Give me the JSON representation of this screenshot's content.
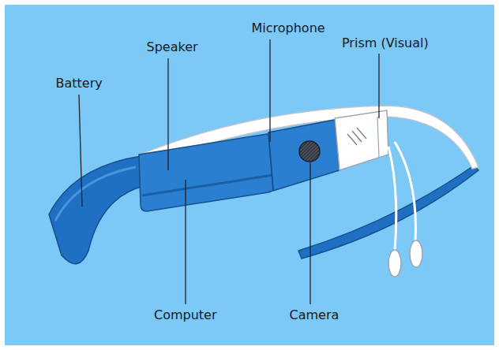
{
  "diagram": {
    "labels": [
      "Battery",
      "Speaker",
      "Microphone",
      "Prism (Visual)",
      "Computer",
      "Camera"
    ]
  }
}
